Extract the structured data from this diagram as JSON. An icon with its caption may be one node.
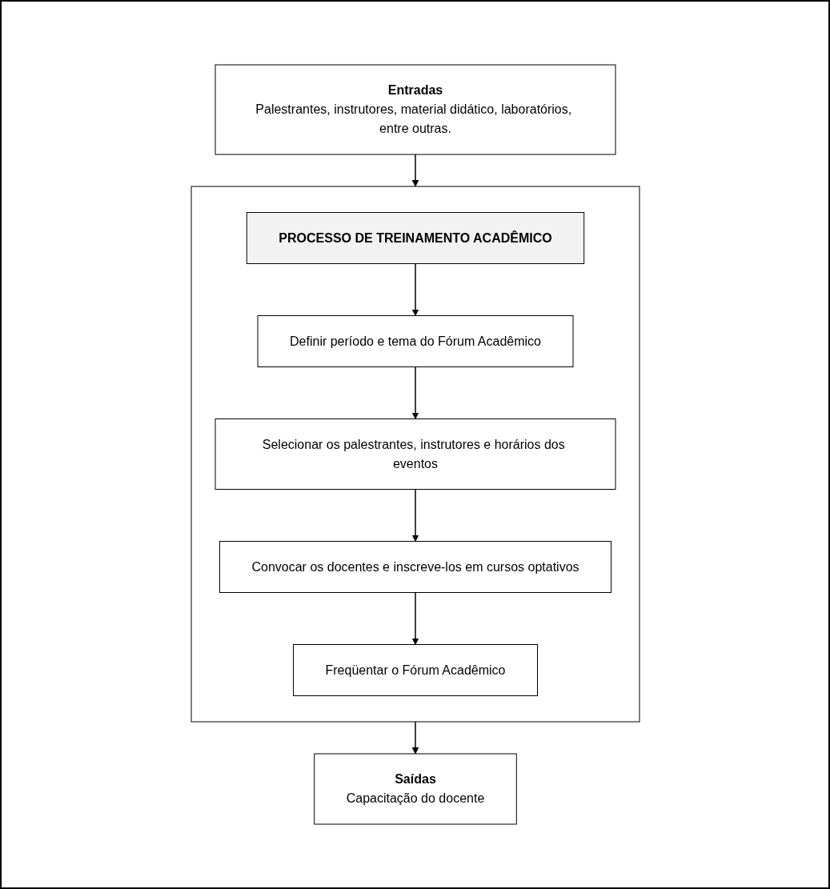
{
  "diagram": {
    "nodes": [
      {
        "text": [
          "Entradas",
          "Palestrantes, instrutores, material didático, laboratórios, entre outras."
        ]
      },
      {
        "text": [],
        "shape": "box"
      },
      {
        "text": [
          "PROCESSO DE TREINAMENTO ACADÊMICO"
        ],
        "in": 1
      },
      {
        "text": [
          "Definir período e tema do Fórum Acadêmico"
        ],
        "in": 1
      },
      {
        "text": [
          "Selecionar os palestrantes, instrutores e horários dos eventos"
        ],
        "in": 1
      },
      {
        "text": [
          "Convocar os docentes e inscreve-los em cursos optativos"
        ],
        "in": 1
      },
      {
        "text": [
          "Freqüentar o Fórum Acadêmico"
        ],
        "in": 1
      },
      {
        "text": [
          "Saídas",
          "Capacitação do docente"
        ]
      }
    ],
    "edges": [
      {
        "from": 0,
        "to": 1,
        "arrow": "to"
      },
      {
        "from": 2,
        "to": 3,
        "arrow": "to"
      },
      {
        "from": 3,
        "to": 4,
        "arrow": "to"
      },
      {
        "from": 4,
        "to": 5,
        "arrow": "to"
      },
      {
        "from": 5,
        "to": 6,
        "arrow": "to"
      },
      {
        "from": 1,
        "to": 7,
        "arrow": "to"
      }
    ]
  }
}
